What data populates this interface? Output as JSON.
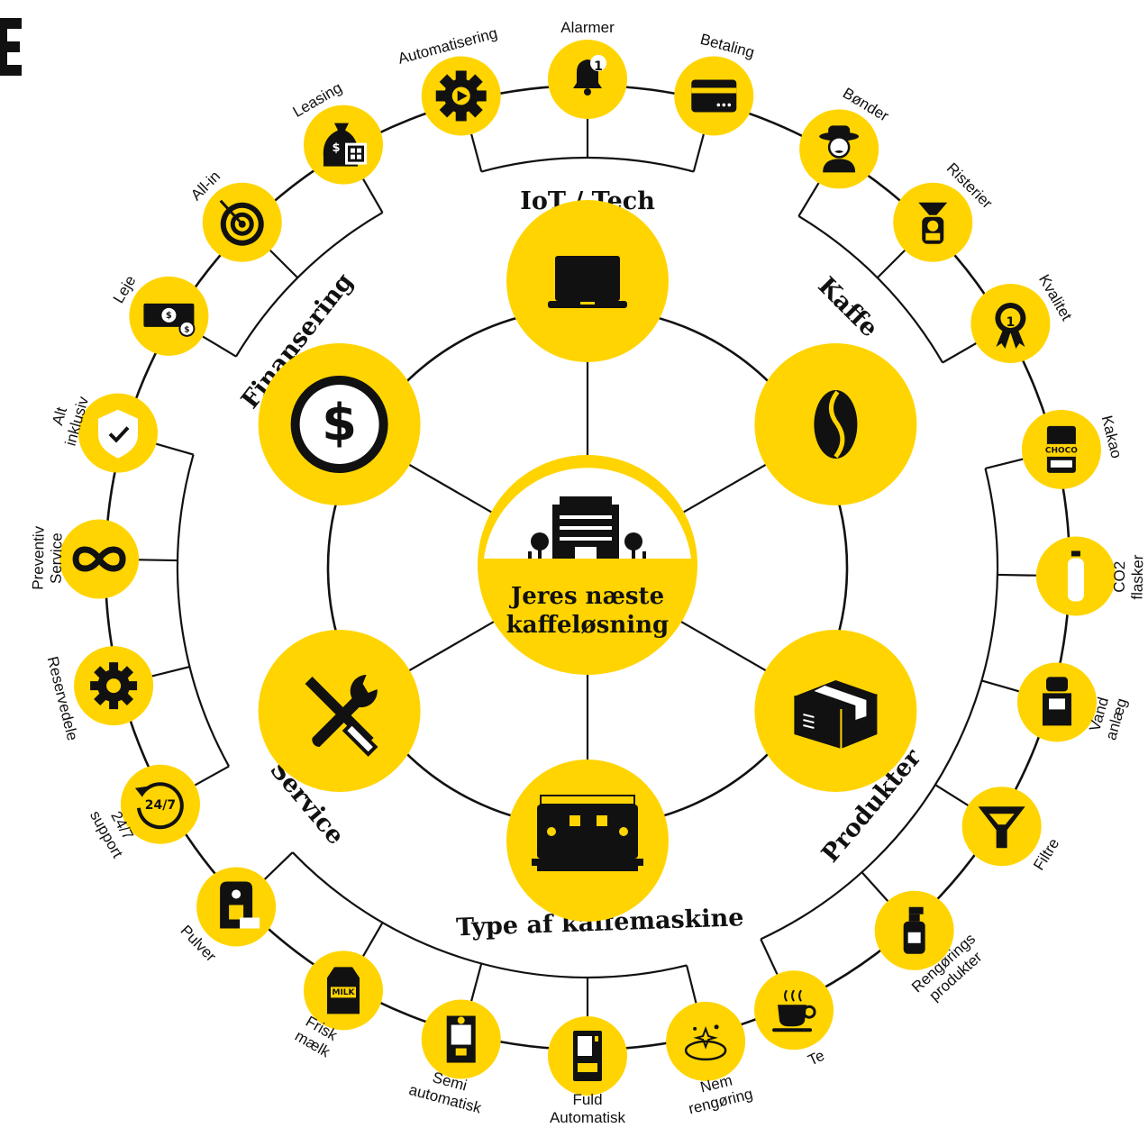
{
  "colors": {
    "accent": "#ffd400",
    "ink": "#111111",
    "background": "#ffffff"
  },
  "center": {
    "line1": "Jeres næste",
    "line2": "kaffeløsning",
    "icon": "office-building-icon"
  },
  "categories": [
    {
      "id": "iot",
      "label": "IoT / Tech",
      "icon": "laptop-icon"
    },
    {
      "id": "kaffe",
      "label": "Kaffe",
      "icon": "coffee-bean-icon"
    },
    {
      "id": "produkter",
      "label": "Produkter",
      "icon": "box-icon"
    },
    {
      "id": "maskine",
      "label": "Type af kaffemaskine",
      "icon": "espresso-machine-icon"
    },
    {
      "id": "service",
      "label": "Service",
      "icon": "wrench-screwdriver-icon"
    },
    {
      "id": "finansering",
      "label": "Finansering",
      "icon": "dollar-coin-icon"
    }
  ],
  "items": [
    {
      "id": "alarmer",
      "category": "iot",
      "lines": [
        "Alarmer"
      ],
      "icon": "bell-icon",
      "badge": "1"
    },
    {
      "id": "betaling",
      "category": "iot",
      "lines": [
        "Betaling"
      ],
      "icon": "credit-card-icon"
    },
    {
      "id": "bonder",
      "category": "kaffe",
      "lines": [
        "Bønder"
      ],
      "icon": "farmer-icon"
    },
    {
      "id": "risterier",
      "category": "kaffe",
      "lines": [
        "Risterier"
      ],
      "icon": "roaster-icon"
    },
    {
      "id": "kvalitet",
      "category": "kaffe",
      "lines": [
        "Kvalitet"
      ],
      "icon": "award-ribbon-icon",
      "badge": "1"
    },
    {
      "id": "kakao",
      "category": "produkter",
      "lines": [
        "Kakao"
      ],
      "icon": "cocoa-tin-icon",
      "tag": "CHOCO"
    },
    {
      "id": "co2",
      "category": "produkter",
      "lines": [
        "CO2",
        "flasker"
      ],
      "icon": "gas-bottle-icon"
    },
    {
      "id": "vand",
      "category": "produkter",
      "lines": [
        "Vand",
        "anlæg"
      ],
      "icon": "water-cooler-icon"
    },
    {
      "id": "filtre",
      "category": "produkter",
      "lines": [
        "Filtre"
      ],
      "icon": "funnel-filter-icon"
    },
    {
      "id": "rengoring",
      "category": "produkter",
      "lines": [
        "Rengørings",
        "produkter"
      ],
      "icon": "spray-bottle-icon"
    },
    {
      "id": "te",
      "category": "produkter",
      "lines": [
        "Te"
      ],
      "icon": "tea-cup-icon"
    },
    {
      "id": "nem",
      "category": "maskine",
      "lines": [
        "Nem",
        "rengøring"
      ],
      "icon": "sparkle-clean-icon"
    },
    {
      "id": "fuld",
      "category": "maskine",
      "lines": [
        "Fuld",
        "Automatisk"
      ],
      "icon": "vending-machine-icon"
    },
    {
      "id": "semi",
      "category": "maskine",
      "lines": [
        "Semi",
        "automatisk"
      ],
      "icon": "coffee-dispenser-icon"
    },
    {
      "id": "frisk",
      "category": "maskine",
      "lines": [
        "Frisk",
        "mælk"
      ],
      "icon": "milk-carton-icon",
      "tag": "MILK"
    },
    {
      "id": "pulver",
      "category": "maskine",
      "lines": [
        "Pulver"
      ],
      "icon": "powder-bag-icon"
    },
    {
      "id": "support",
      "category": "service",
      "lines": [
        "24/7",
        "support"
      ],
      "icon": "clock-24-7-icon",
      "tag": "24/7"
    },
    {
      "id": "reservedele",
      "category": "service",
      "lines": [
        "Reservedele"
      ],
      "icon": "gear-icon"
    },
    {
      "id": "preventiv",
      "category": "service",
      "lines": [
        "Preventiv",
        "Service"
      ],
      "icon": "infinity-icon"
    },
    {
      "id": "altinklusiv",
      "category": "service",
      "lines": [
        "Alt",
        "inklusiv"
      ],
      "icon": "shield-check-icon"
    },
    {
      "id": "leje",
      "category": "finansering",
      "lines": [
        "Leje"
      ],
      "icon": "banknote-icon",
      "tag": "$"
    },
    {
      "id": "allin",
      "category": "finansering",
      "lines": [
        "All-in"
      ],
      "icon": "target-icon"
    },
    {
      "id": "leasing",
      "category": "finansering",
      "lines": [
        "Leasing"
      ],
      "icon": "money-bag-calculator-icon",
      "tag": "$"
    },
    {
      "id": "automatisering",
      "category": "iot",
      "lines": [
        "Automatisering"
      ],
      "icon": "gear-play-icon"
    }
  ]
}
